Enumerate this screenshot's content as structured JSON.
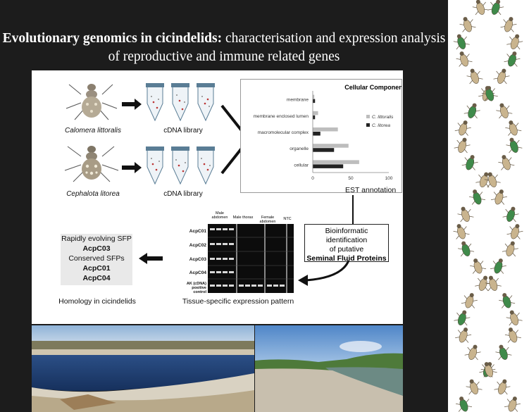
{
  "title": {
    "bold": "Evolutionary genomics in cicindelids:",
    "rest": " characterisation and expression analysis of reproductive and immune related genes"
  },
  "species": [
    {
      "name": "Calomera littoralis",
      "library": "cDNA library"
    },
    {
      "name": "Cephalota litorea",
      "library": "cDNA library"
    }
  ],
  "est_annotation_label": "EST annotation",
  "chart_data": {
    "type": "bar",
    "orientation": "horizontal",
    "title": "Cellular Component",
    "categories": [
      "membrane",
      "membrane enclosed lumen",
      "macromolecular complex",
      "organelle",
      "cellular"
    ],
    "series": [
      {
        "name": "C. littoralis",
        "color": "#bdbdbd",
        "values": [
          2,
          7,
          33,
          47,
          61
        ]
      },
      {
        "name": "C. litorea",
        "color": "#222222",
        "values": [
          3,
          3,
          10,
          28,
          40
        ]
      }
    ],
    "xticks": [
      "0",
      "50",
      "100"
    ],
    "xlim": [
      0,
      100
    ],
    "legend": "right"
  },
  "bioinfo": {
    "line1": "Bioinformatic identification",
    "line2": "of putative",
    "line3": "Seminal Fluid Proteins"
  },
  "gel": {
    "headers": [
      "Male abdomen",
      "Male thorax",
      "Female abdomen",
      "NTC"
    ],
    "rows": [
      "AcpC01",
      "AcpC02",
      "AcpC03",
      "AcpC04",
      "AK (cDNA) positive control"
    ],
    "caption": "Tissue-specific expression pattern"
  },
  "sfp": {
    "line1": "Rapidly evolving SFP",
    "line2": "AcpC03",
    "line3": "Conserved SFPs",
    "line4": "AcpC01",
    "line5": "AcpC04"
  },
  "homology_label": "Homology in cicindelids",
  "colors": {
    "background": "#1c1c1c",
    "beetle_green": "#3f8a4a",
    "beetle_tan": "#c9b48e"
  }
}
